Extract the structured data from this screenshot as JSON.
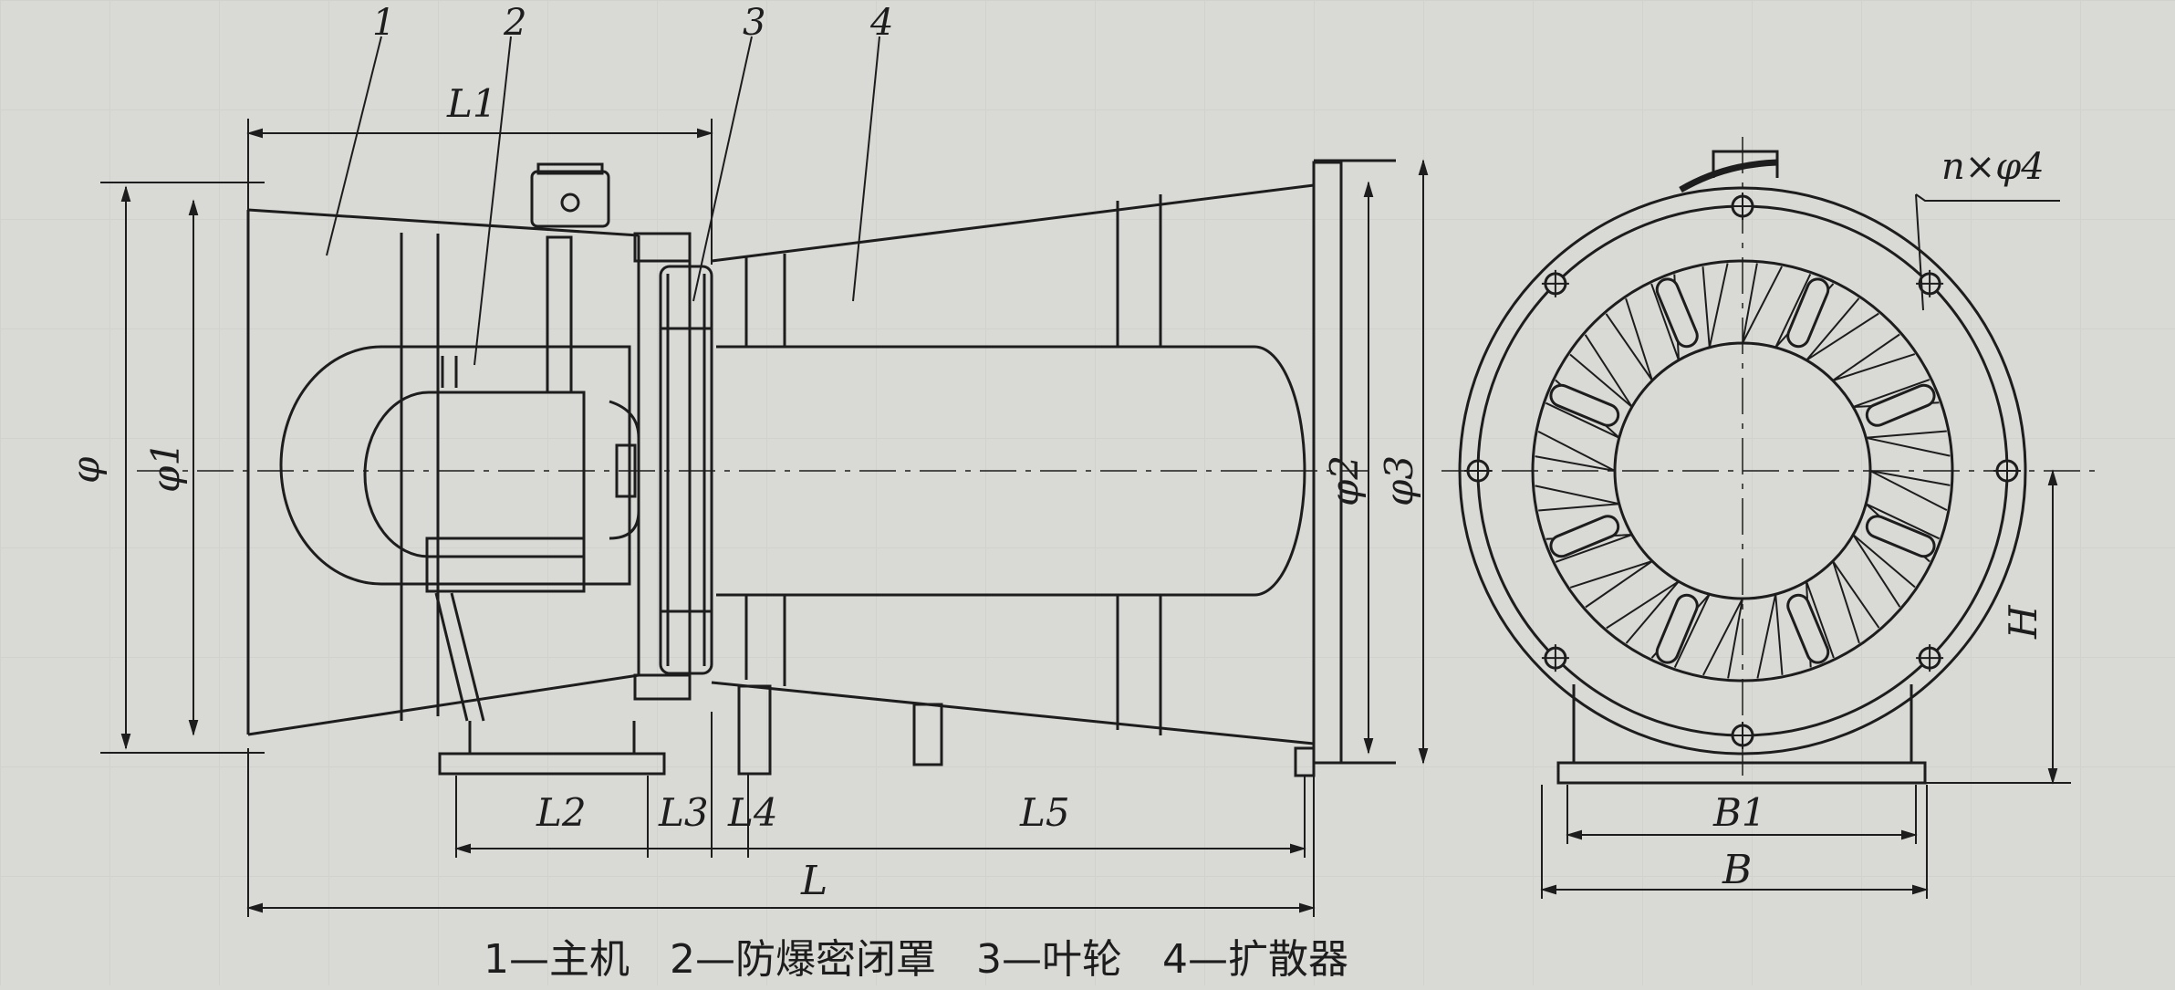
{
  "callouts": [
    "1",
    "2",
    "3",
    "4"
  ],
  "dims": {
    "L1": "L1",
    "L2": "L2",
    "L3": "L3",
    "L4": "L4",
    "L5": "L5",
    "L": "L",
    "phi": "φ",
    "phi1": "φ1",
    "phi2": "φ2",
    "phi3": "φ3",
    "nphi4": "n×φ4",
    "H": "H",
    "B1": "B1",
    "B": "B"
  },
  "caption": "1—主机　2—防爆密闭罩　3—叶轮　4—扩散器",
  "colors": {
    "ink": "#1d1d1d",
    "paper": "#d9d9d6"
  }
}
